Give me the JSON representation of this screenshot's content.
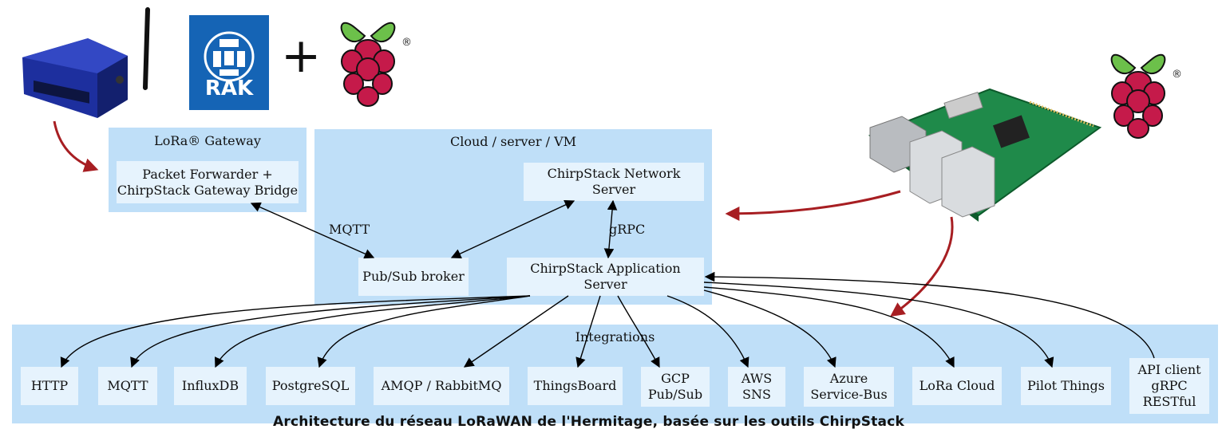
{
  "header": {
    "rak_logo_text": "RAK",
    "plus_sign": "+",
    "registered_mark": "®"
  },
  "regions": {
    "gateway": "LoRa® Gateway",
    "cloud": "Cloud / server / VM",
    "integrations": "Integrations"
  },
  "nodes": {
    "packet_forwarder": "Packet Forwarder +\nChirpStack Gateway Bridge",
    "network_server": "ChirpStack Network Server",
    "pubsub_broker": "Pub/Sub broker",
    "application_server": "ChirpStack Application Server"
  },
  "edge_labels": {
    "mqtt": "MQTT",
    "grpc": "gRPC"
  },
  "integrations": [
    "HTTP",
    "MQTT",
    "InfluxDB",
    "PostgreSQL",
    "AMQP / RabbitMQ",
    "ThingsBoard",
    "GCP\nPub/Sub",
    "AWS\nSNS",
    "Azure\nService-Bus",
    "LoRa Cloud",
    "Pilot Things",
    "API client\ngRPC\nRESTful"
  ],
  "caption": "Architecture du réseau LoRaWAN de l'Hermitage, basée sur les outils ChirpStack",
  "colors": {
    "region_bg": "#bfdff8",
    "node_bg": "#e6f3fd",
    "pointer_arrow": "#a71e22",
    "rak_blue": "#1564b5",
    "raspberry_red": "#c51a4a",
    "raspberry_leaf": "#6cc04a"
  },
  "icons": [
    "gateway-device-image",
    "rak-logo",
    "raspberry-pi-logo",
    "raspberry-pi-board-image"
  ]
}
